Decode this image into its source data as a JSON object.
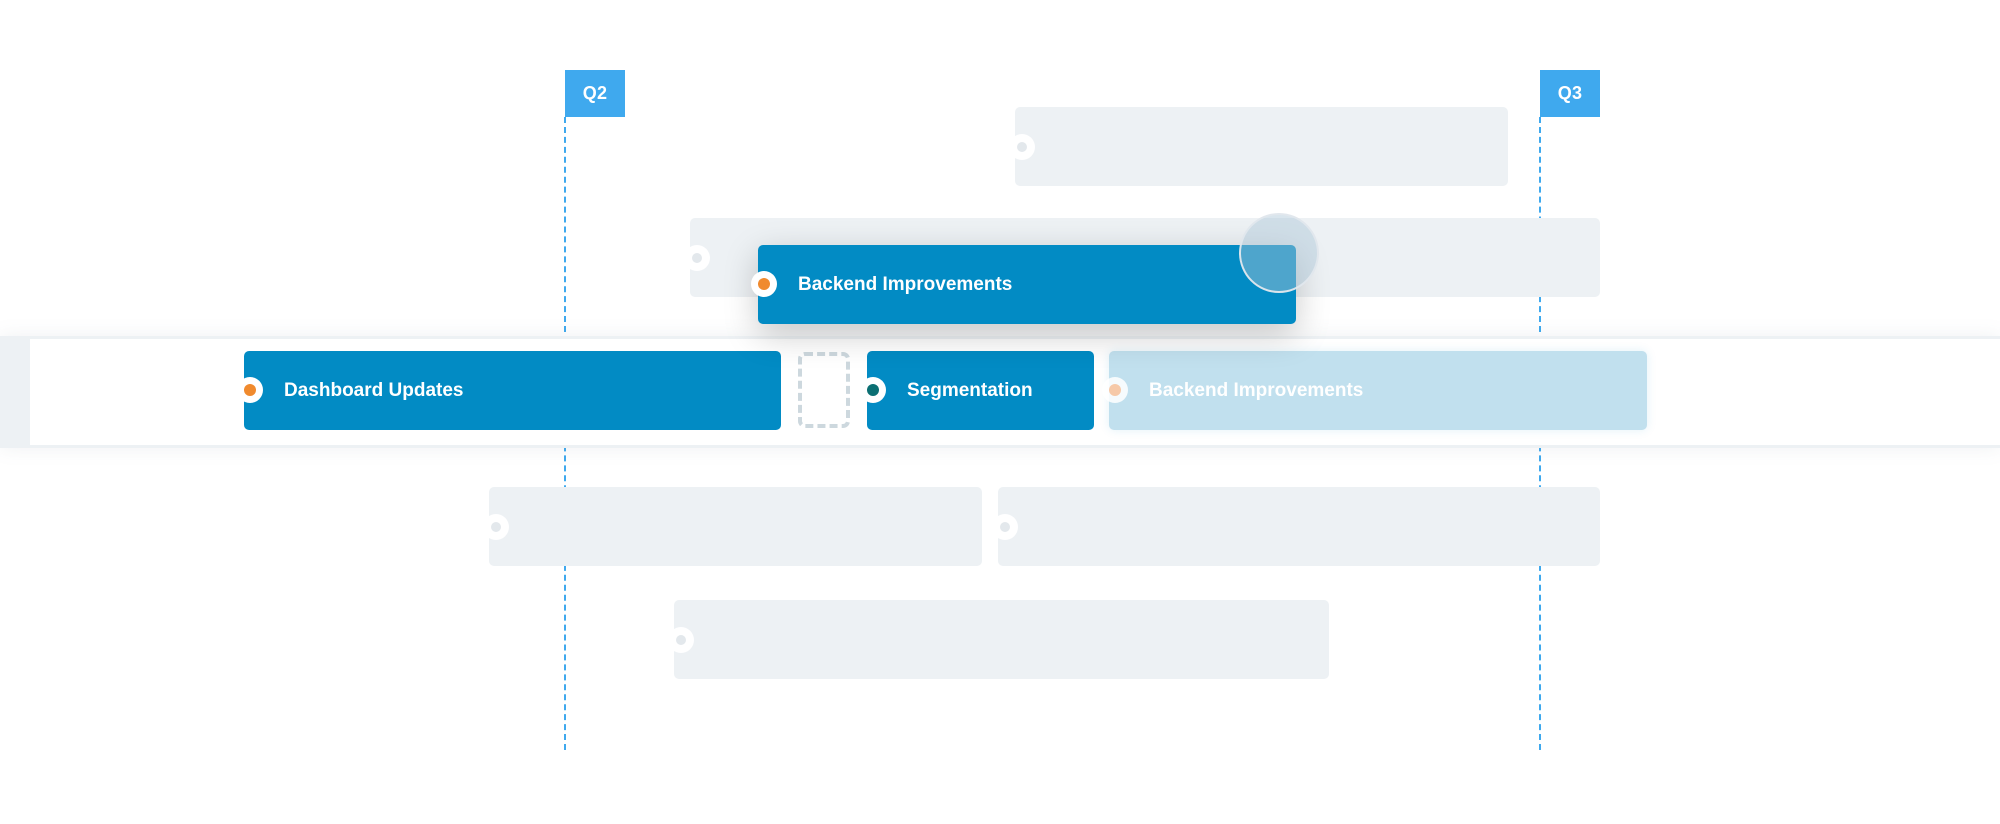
{
  "quarters": [
    {
      "label": "Q2"
    },
    {
      "label": "Q3"
    }
  ],
  "lane": {
    "bars": [
      {
        "label": "Dashboard Updates",
        "dot_color": "#f08a2e"
      },
      {
        "label": "Segmentation",
        "dot_color": "#0b6f73"
      },
      {
        "label": "Backend Improvements",
        "dot_color": "#f6c9a8",
        "state": "drop-preview"
      }
    ]
  },
  "dragging_bar": {
    "label": "Backend Improvements",
    "dot_color": "#f08a2e"
  },
  "colors": {
    "feature_bar": "#028bc4",
    "quarter_marker": "#3fa9ee",
    "placeholder": "#edf1f4"
  }
}
